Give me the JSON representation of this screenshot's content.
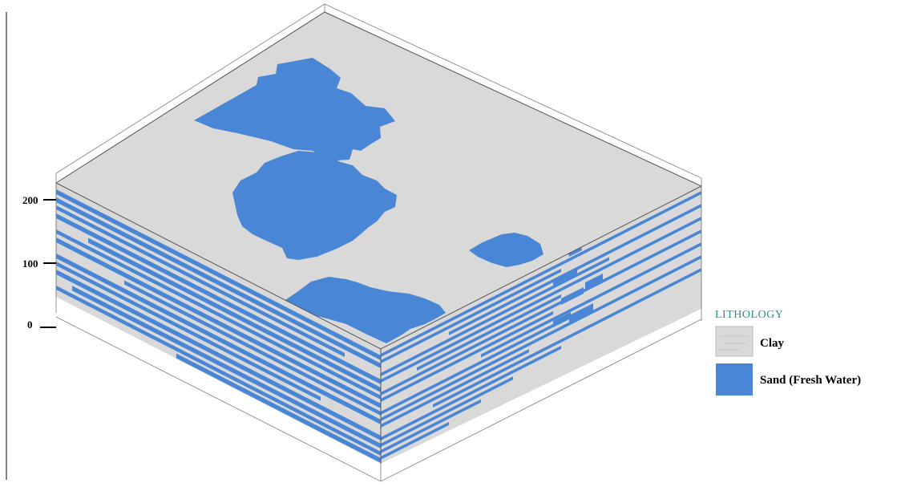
{
  "colors": {
    "clay": "#d9d9d9",
    "sand": "#4a86d6",
    "legend_title": "#2a8f93",
    "frame": "#6e6e6e"
  },
  "axis": {
    "ticks": [
      {
        "label": "200",
        "value": 200
      },
      {
        "label": "100",
        "value": 100
      },
      {
        "label": "0",
        "value": 0
      }
    ]
  },
  "legend": {
    "title": "LITHOLOGY",
    "items": [
      {
        "label": "Clay",
        "material": "clay"
      },
      {
        "label": "Sand (Fresh Water)",
        "material": "sand"
      }
    ]
  }
}
